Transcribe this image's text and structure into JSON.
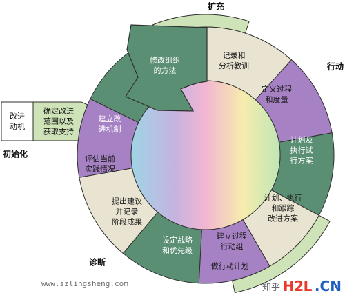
{
  "phases": {
    "expand": "扩充",
    "act": "行动",
    "init": "初始化",
    "diagnose": "诊断"
  },
  "segments": [
    {
      "label": "记录和\n分析教训",
      "color": "#e9e4d1"
    },
    {
      "label": "定义过程\n和度量",
      "color": "#a681c4"
    },
    {
      "label": "计划及\n执行试\n行方案",
      "color": "#5b8f73"
    },
    {
      "label": "计划、执行\n和跟踪\n改进方案",
      "color": "#e9e4d1"
    },
    {
      "label": "建立过程\n行动组",
      "color": "#a681c4"
    },
    {
      "label": "设定战略\n和优先级",
      "color": "#5b8f73"
    },
    {
      "label": "提出建议\n并记录\n阶段成果",
      "color": "#e9e4d1"
    },
    {
      "label": "评估当前\n实践情况",
      "color": "#a681c4"
    },
    {
      "label": "建立改\n进机制",
      "color": "#5b8f73"
    },
    {
      "label": "修改组织\n的方法",
      "color": "#5b8f73"
    }
  ],
  "extra_labels": {
    "bottom": "做行动计划"
  },
  "init_boxes": [
    {
      "label": "改进\n动机"
    },
    {
      "label": "确定改进\n范围以及\n获取支持"
    }
  ],
  "colors": {
    "light_segment": "#e9e4d1",
    "purple_segment": "#a681c4",
    "green_segment": "#5b8f73",
    "outer_band": "#cfe3b8",
    "border": "#2f2f2f"
  },
  "watermark": "www.szlingsheng.com",
  "logo": {
    "prefix": "知乎",
    "brand_red": "H2L",
    "brand_blue": ".CN"
  }
}
